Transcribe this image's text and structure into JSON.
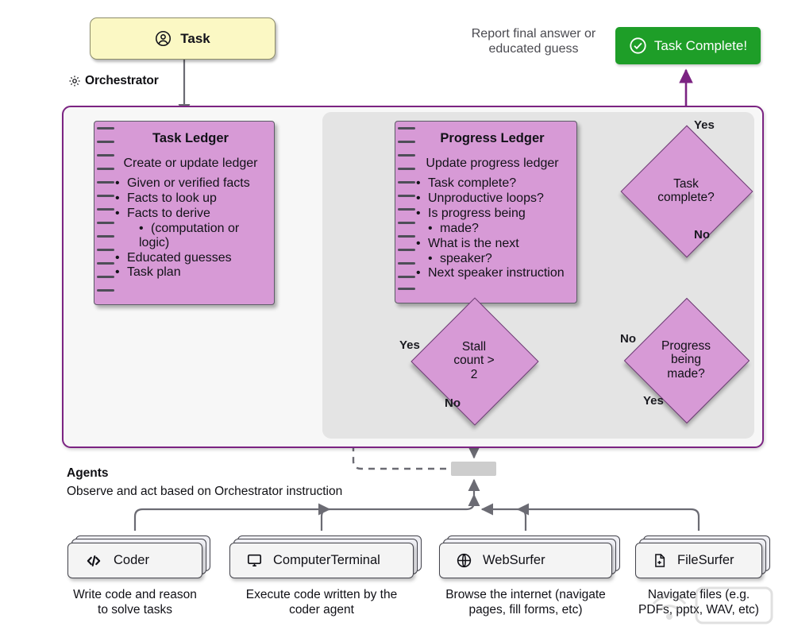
{
  "task": {
    "label": "Task",
    "icon": "user-circle-icon"
  },
  "orchestrator": {
    "label": "Orchestrator",
    "icon": "gear-icon"
  },
  "report": {
    "text": "Report final answer or educated guess"
  },
  "task_complete": {
    "label": "Task Complete!",
    "icon": "check-circle-icon",
    "color": "#1e9e28"
  },
  "task_ledger": {
    "title": "Task Ledger",
    "subtitle": "Create or update ledger",
    "items": [
      "Given or verified facts",
      "Facts to look up",
      "Facts to derive",
      "(computation or logic)",
      "Educated guesses",
      "Task plan"
    ]
  },
  "progress_ledger": {
    "title": "Progress Ledger",
    "subtitle": "Update progress ledger",
    "items": [
      "Task complete?",
      "Unproductive loops?",
      "Is progress being",
      "made?",
      "What is the next",
      "speaker?",
      "Next speaker instruction"
    ]
  },
  "decisions": {
    "task_complete": {
      "line1": "Task",
      "line2": "complete?",
      "yes": "Yes",
      "no": "No"
    },
    "progress_made": {
      "line1": "Progress",
      "line2": "being",
      "line3": "made?",
      "yes": "Yes",
      "no": "No"
    },
    "stall": {
      "line1": "Stall",
      "line2": "count >",
      "line3": "2",
      "yes": "Yes",
      "no": "No"
    }
  },
  "agents_section": {
    "title": "Agents",
    "subtitle": "Observe and act based on Orchestrator instruction"
  },
  "agents": [
    {
      "name": "Coder",
      "icon": "code-brackets-icon",
      "desc_line1": "Write code and reason",
      "desc_line2": "to solve tasks"
    },
    {
      "name": "ComputerTerminal",
      "icon": "monitor-icon",
      "desc_line1": "Execute code written by the",
      "desc_line2": "coder agent"
    },
    {
      "name": "WebSurfer",
      "icon": "globe-icon",
      "desc_line1": "Browse the internet (navigate",
      "desc_line2": "pages, fill forms, etc)"
    },
    {
      "name": "FileSurfer",
      "icon": "document-icon",
      "desc_line1": "Navigate files (e.g.",
      "desc_line2": "PDFs, pptx, WAV, etc)"
    }
  ],
  "colors": {
    "ledger_fill": "#d79ad6",
    "orchestrator_border": "#7b2382",
    "inner_panel": "#e4e4e4",
    "task_fill": "#fbf8c4",
    "success": "#1e9e28",
    "arrow_purple": "#7b2382",
    "arrow_gray": "#6b6b73"
  }
}
